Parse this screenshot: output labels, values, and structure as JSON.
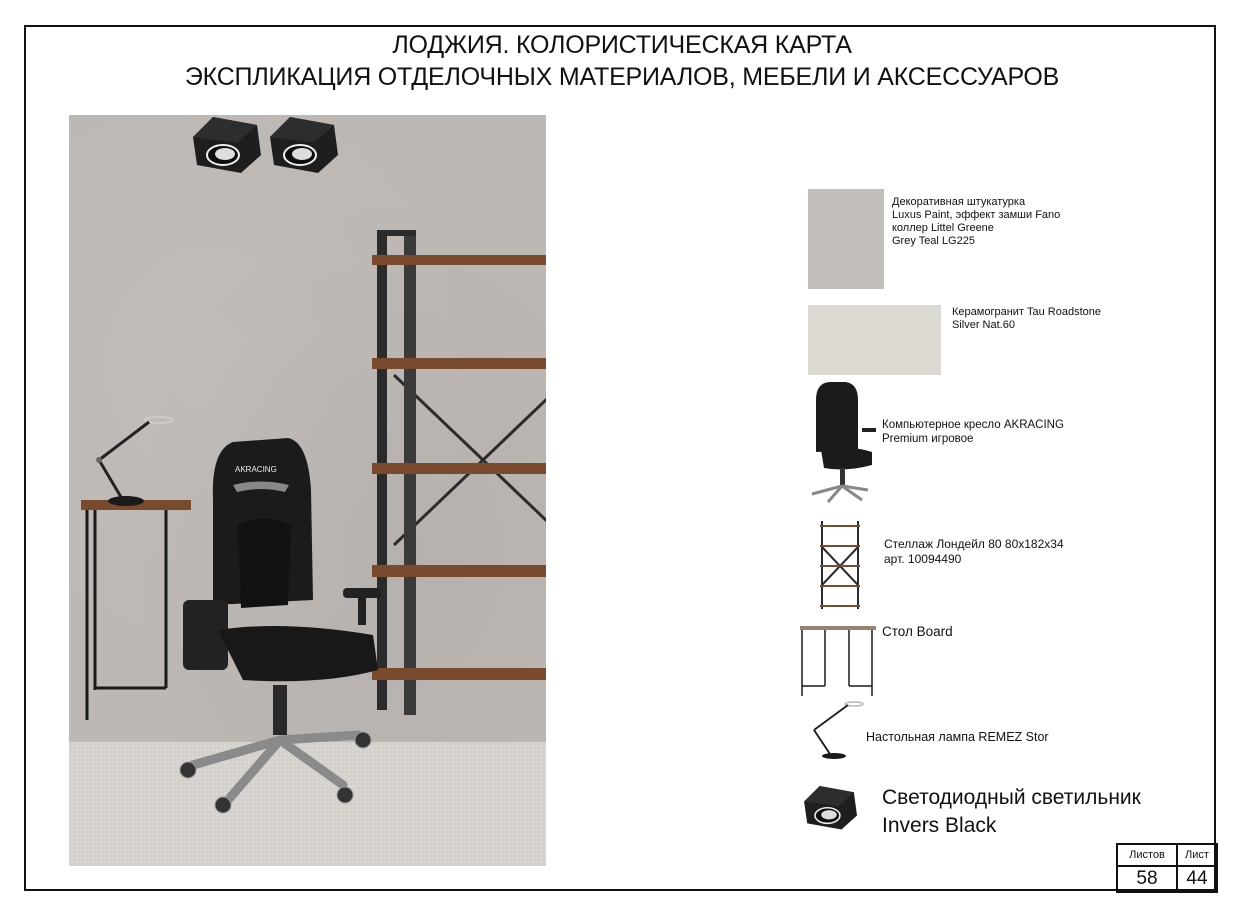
{
  "sheet": {
    "title_line1": "ЛОДЖИЯ. КОЛОРИСТИЧЕСКАЯ КАРТА",
    "title_line2": "ЭКСПЛИКАЦИЯ ОТДЕЛОЧНЫХ МАТЕРИАЛОВ, МЕБЕЛИ И АКСЕССУАРОВ"
  },
  "collage": {
    "chair_brand": "AKRACING",
    "colors": {
      "wall": "#beb8b4",
      "floor": "#d8d4d0",
      "wood": "#7a4a2e",
      "metal": "#2b2b2b"
    }
  },
  "legend": {
    "items": [
      {
        "id": "plaster",
        "text": "Декоративная штукатурка\nLuxus Paint, эффект замши Fano\nколлер Littel Greene\nGrey Teal LG225",
        "swatch_color": "#c2beba"
      },
      {
        "id": "porcelain",
        "text": "Керамогранит Tau Roadstone\nSilver Nat.60",
        "swatch_color": "#dcd8d2"
      },
      {
        "id": "chair",
        "text": "Компьютерное кресло AKRACING\nPremium игровое"
      },
      {
        "id": "shelf",
        "text": "Стеллаж Лондейл 80 80х182х34\nарт. 10094490"
      },
      {
        "id": "desk",
        "text": "Стол Board"
      },
      {
        "id": "lamp",
        "text": "Настольная лампа REMEZ Stor"
      },
      {
        "id": "spotlight",
        "text": "Светодиодный светильник\nInvers Black"
      }
    ]
  },
  "title_block": {
    "sheets_label": "Листов",
    "sheet_label": "Лист",
    "sheets_value": "58",
    "sheet_value": "44"
  }
}
